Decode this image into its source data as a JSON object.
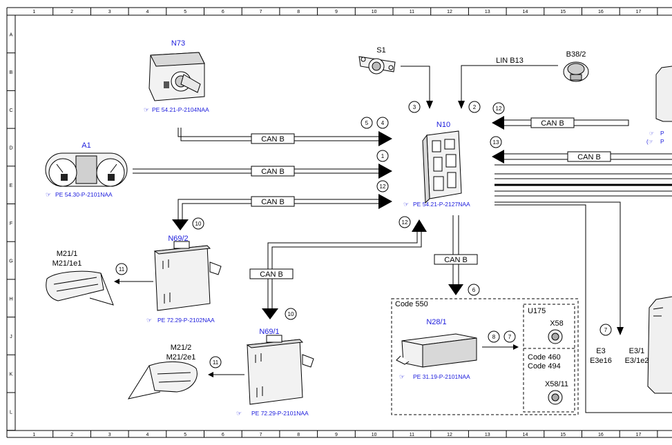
{
  "grid": {
    "columns": [
      "1",
      "2",
      "3",
      "4",
      "5",
      "6",
      "7",
      "8",
      "9",
      "10",
      "11",
      "12",
      "13",
      "14",
      "15",
      "16",
      "17"
    ],
    "rows": [
      "A",
      "B",
      "C",
      "D",
      "E",
      "F",
      "G",
      "H",
      "J",
      "K",
      "L"
    ]
  },
  "components": {
    "n73": {
      "code": "N73",
      "ref": "PE 54.21-P-2104NAA"
    },
    "a1": {
      "code": "A1",
      "ref": "PE 54.30-P-2101NAA"
    },
    "s1": {
      "code": "S1"
    },
    "b38_2": {
      "code": "B38/2"
    },
    "n10": {
      "code": "N10",
      "ref": "PE 54.21-P-2127NAA"
    },
    "n69_2": {
      "code": "N69/2",
      "ref": "PE 72.29-P-2102NAA"
    },
    "n69_1": {
      "code": "N69/1",
      "ref": "PE 72.29-P-2101NAA"
    },
    "m21_1": {
      "line1": "M21/1",
      "line2": "M21/1e1"
    },
    "m21_2": {
      "line1": "M21/2",
      "line2": "M21/2e1"
    },
    "n28_1": {
      "code": "N28/1",
      "ref": "PE 31.19-P-2101NAA"
    },
    "e3": {
      "line1": "E3",
      "line2": "E3e16"
    },
    "e3_1": {
      "line1": "E3/1",
      "line2": "E3/1e2"
    },
    "u175": {
      "code": "U175"
    },
    "x58": {
      "code": "X58"
    },
    "x58_11": {
      "code": "X58/11"
    }
  },
  "codes": {
    "code550": "Code 550",
    "code460": "Code 460",
    "code494": "Code 494"
  },
  "bus": {
    "can_b": "CAN B",
    "lin_b13": "LIN B13"
  },
  "edge_refs": {
    "p1": "P",
    "p2": "P"
  },
  "callouts": {
    "c5": "5",
    "c4": "4",
    "c1": "1",
    "c12a": "12",
    "c3": "3",
    "c2": "2",
    "c12b": "12",
    "c13": "13",
    "c10a": "10",
    "c12c": "12",
    "c11a": "11",
    "c6": "6",
    "c10b": "10",
    "c8": "8",
    "c7a": "7",
    "c11b": "11",
    "c7b": "7"
  }
}
